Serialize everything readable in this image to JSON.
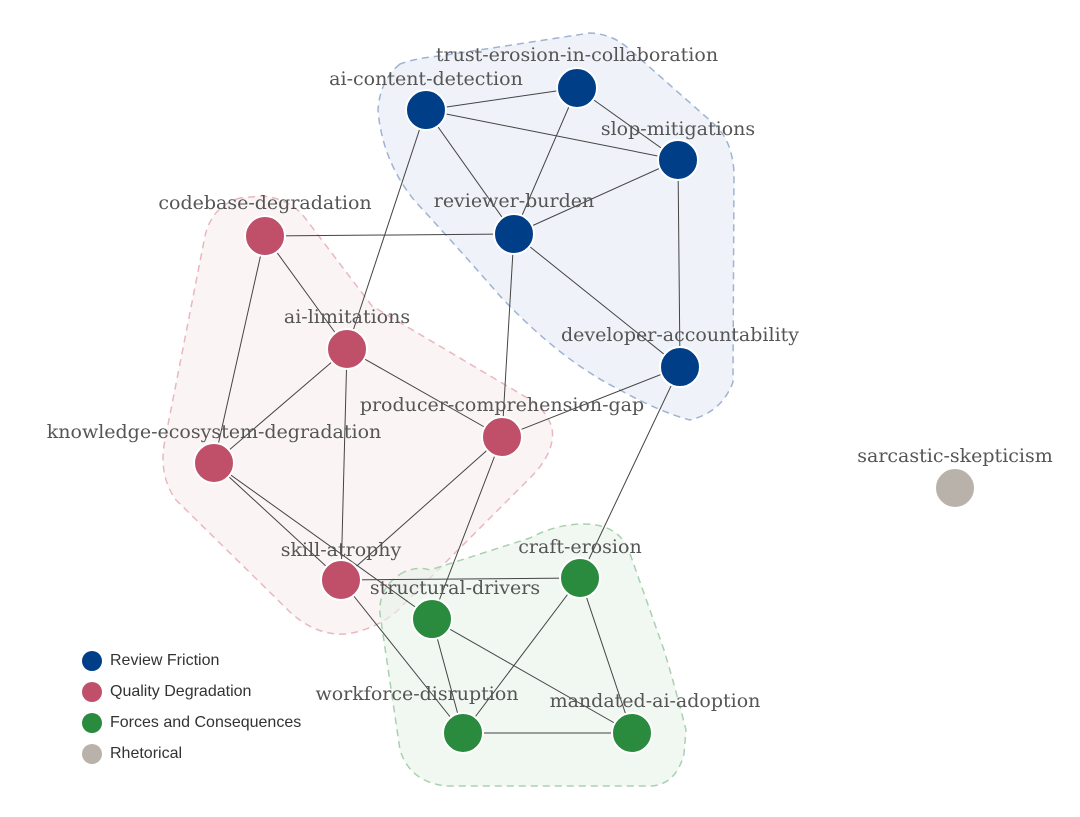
{
  "clusters": [
    {
      "id": "review",
      "name": "Review Friction",
      "color": "#003f88",
      "fill": "#e4eaf4",
      "stroke": "#9fb3d3"
    },
    {
      "id": "quality",
      "name": "Quality Degradation",
      "color": "#c0506a",
      "fill": "#f9ecef",
      "stroke": "#e7b8c3"
    },
    {
      "id": "forces",
      "name": "Forces and Consequences",
      "color": "#2a8a3e",
      "fill": "#e7f2e8",
      "stroke": "#a9d1b0"
    },
    {
      "id": "rhetorical",
      "name": "Rhetorical",
      "color": "#b8b2aa",
      "fill": "none",
      "stroke": "none"
    }
  ],
  "nodes": [
    {
      "id": "ai-content-detection",
      "label": "ai-content-detection",
      "cluster": "review"
    },
    {
      "id": "trust-erosion-in-collaboration",
      "label": "trust-erosion-in-collaboration",
      "cluster": "review"
    },
    {
      "id": "slop-mitigations",
      "label": "slop-mitigations",
      "cluster": "review"
    },
    {
      "id": "reviewer-burden",
      "label": "reviewer-burden",
      "cluster": "review"
    },
    {
      "id": "developer-accountability",
      "label": "developer-accountability",
      "cluster": "review"
    },
    {
      "id": "codebase-degradation",
      "label": "codebase-degradation",
      "cluster": "quality"
    },
    {
      "id": "ai-limitations",
      "label": "ai-limitations",
      "cluster": "quality"
    },
    {
      "id": "producer-comprehension-gap",
      "label": "producer-comprehension-gap",
      "cluster": "quality"
    },
    {
      "id": "knowledge-ecosystem-degradation",
      "label": "knowledge-ecosystem-degradation",
      "cluster": "quality"
    },
    {
      "id": "skill-atrophy",
      "label": "skill-atrophy",
      "cluster": "quality"
    },
    {
      "id": "craft-erosion",
      "label": "craft-erosion",
      "cluster": "forces"
    },
    {
      "id": "structural-drivers",
      "label": "structural-drivers",
      "cluster": "forces"
    },
    {
      "id": "workforce-disruption",
      "label": "workforce-disruption",
      "cluster": "forces"
    },
    {
      "id": "mandated-ai-adoption",
      "label": "mandated-ai-adoption",
      "cluster": "forces"
    },
    {
      "id": "sarcastic-skepticism",
      "label": "sarcastic-skepticism",
      "cluster": "rhetorical"
    }
  ],
  "edges": [
    [
      "ai-content-detection",
      "trust-erosion-in-collaboration"
    ],
    [
      "ai-content-detection",
      "slop-mitigations"
    ],
    [
      "ai-content-detection",
      "reviewer-burden"
    ],
    [
      "ai-content-detection",
      "ai-limitations"
    ],
    [
      "trust-erosion-in-collaboration",
      "slop-mitigations"
    ],
    [
      "trust-erosion-in-collaboration",
      "reviewer-burden"
    ],
    [
      "slop-mitigations",
      "reviewer-burden"
    ],
    [
      "slop-mitigations",
      "developer-accountability"
    ],
    [
      "reviewer-burden",
      "developer-accountability"
    ],
    [
      "reviewer-burden",
      "codebase-degradation"
    ],
    [
      "reviewer-burden",
      "producer-comprehension-gap"
    ],
    [
      "developer-accountability",
      "producer-comprehension-gap"
    ],
    [
      "developer-accountability",
      "craft-erosion"
    ],
    [
      "codebase-degradation",
      "ai-limitations"
    ],
    [
      "codebase-degradation",
      "knowledge-ecosystem-degradation"
    ],
    [
      "ai-limitations",
      "producer-comprehension-gap"
    ],
    [
      "ai-limitations",
      "knowledge-ecosystem-degradation"
    ],
    [
      "ai-limitations",
      "skill-atrophy"
    ],
    [
      "producer-comprehension-gap",
      "skill-atrophy"
    ],
    [
      "producer-comprehension-gap",
      "structural-drivers"
    ],
    [
      "knowledge-ecosystem-degradation",
      "skill-atrophy"
    ],
    [
      "knowledge-ecosystem-degradation",
      "structural-drivers"
    ],
    [
      "skill-atrophy",
      "craft-erosion"
    ],
    [
      "skill-atrophy",
      "workforce-disruption"
    ],
    [
      "craft-erosion",
      "workforce-disruption"
    ],
    [
      "craft-erosion",
      "mandated-ai-adoption"
    ],
    [
      "structural-drivers",
      "workforce-disruption"
    ],
    [
      "structural-drivers",
      "mandated-ai-adoption"
    ],
    [
      "workforce-disruption",
      "mandated-ai-adoption"
    ]
  ],
  "legend": {
    "items": [
      "Review Friction",
      "Quality Degradation",
      "Forces and Consequences",
      "Rhetorical"
    ]
  }
}
